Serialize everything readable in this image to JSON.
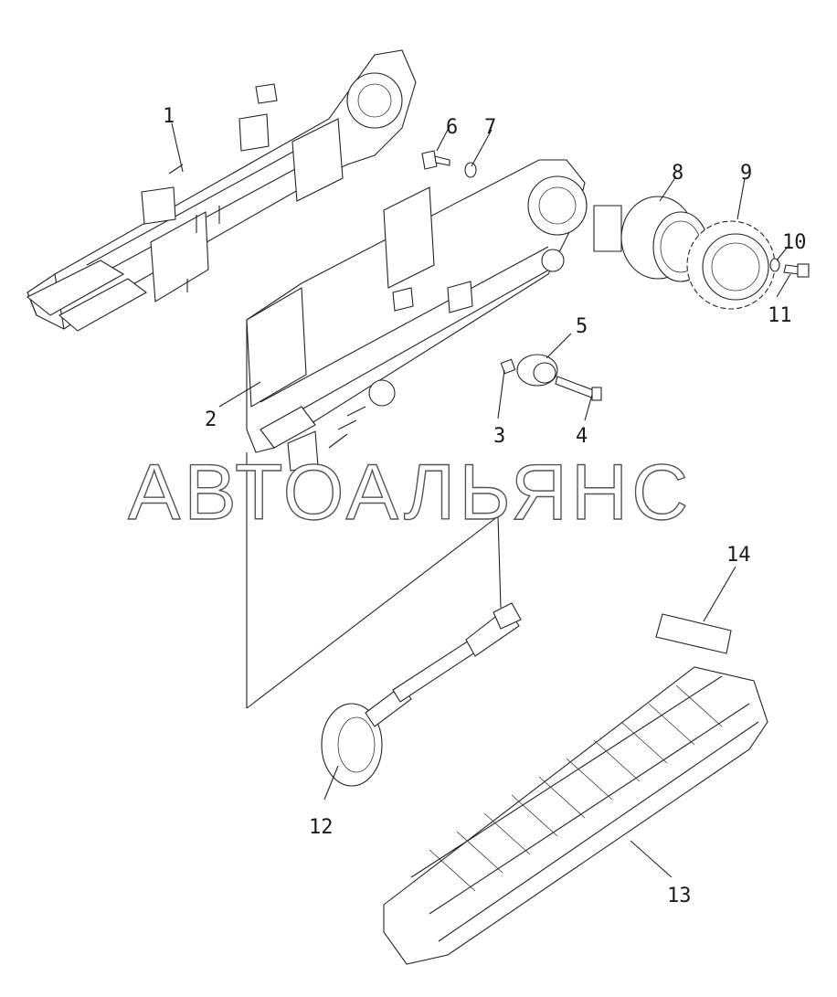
{
  "watermark": "АВТОАЛЬЯНС",
  "callouts": [
    {
      "id": "c1",
      "label": "1"
    },
    {
      "id": "c2",
      "label": "2"
    },
    {
      "id": "c3",
      "label": "3"
    },
    {
      "id": "c4",
      "label": "4"
    },
    {
      "id": "c5",
      "label": "5"
    },
    {
      "id": "c6",
      "label": "6"
    },
    {
      "id": "c7",
      "label": "7"
    },
    {
      "id": "c8",
      "label": "8"
    },
    {
      "id": "c9",
      "label": "9"
    },
    {
      "id": "c10",
      "label": "10"
    },
    {
      "id": "c11",
      "label": "11"
    },
    {
      "id": "c12",
      "label": "12"
    },
    {
      "id": "c13",
      "label": "13"
    },
    {
      "id": "c14",
      "label": "14"
    }
  ]
}
